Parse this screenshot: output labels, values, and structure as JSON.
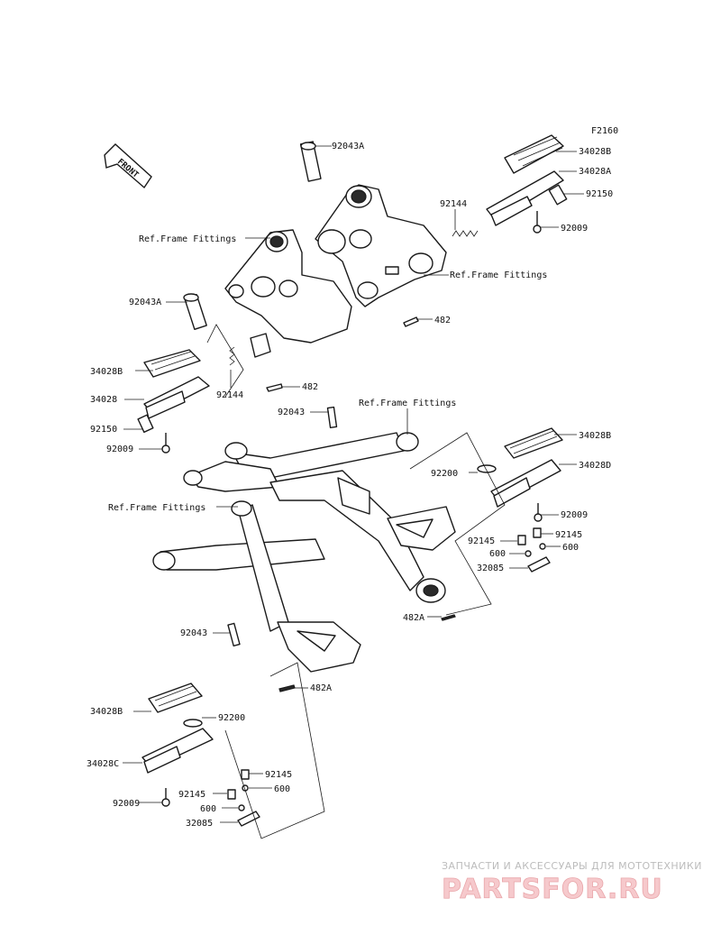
{
  "diagram_code": "F2160",
  "front_label": "FRONT",
  "labels": {
    "l_92043A_top": "92043A",
    "l_34028B_tr": "34028B",
    "l_34028A": "34028A",
    "l_92150_tr": "92150",
    "l_92009_tr": "92009",
    "l_92144_top": "92144",
    "l_ref_frame_1": "Ref.Frame Fittings",
    "l_ref_frame_2": "Ref.Frame Fittings",
    "l_482_1": "482",
    "l_92043A_left": "92043A",
    "l_34028B_left": "34028B",
    "l_34028": "34028",
    "l_92144_left": "92144",
    "l_482_2": "482",
    "l_92150_left": "92150",
    "l_92009_left": "92009",
    "l_92043_mid": "92043",
    "l_ref_frame_3": "Ref.Frame Fittings",
    "l_ref_frame_4": "Ref.Frame Fittings",
    "l_34028B_rm": "34028B",
    "l_92200_r": "92200",
    "l_34028D": "34028D",
    "l_92009_rm": "92009",
    "l_92145_r1": "92145",
    "l_92145_r2": "92145",
    "l_600_r1": "600",
    "l_600_r2": "600",
    "l_32085_r": "32085",
    "l_482A_1": "482A",
    "l_92043_low": "92043",
    "l_482A_2": "482A",
    "l_34028B_bl": "34028B",
    "l_92200_bl": "92200",
    "l_34028C": "34028C",
    "l_92145_b1": "92145",
    "l_92145_b2": "92145",
    "l_600_b1": "600",
    "l_600_b2": "600",
    "l_92009_bl": "92009",
    "l_32085_bl": "32085"
  },
  "watermark": {
    "caption": "ЗАПЧАСТИ И АКСЕССУАРЫ ДЛЯ МОТОТЕХНИКИ",
    "brand": "PARTSFOR.RU"
  },
  "colors": {
    "line": "#1a1a1a",
    "watermark_caption": "#bcbcbc",
    "watermark_brand_fill": "#f6c9cc",
    "watermark_brand_stroke": "#e9a6aa"
  }
}
